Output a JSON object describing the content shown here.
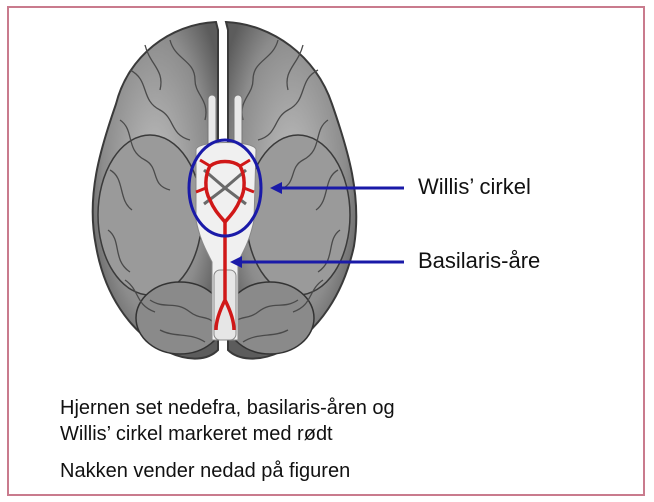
{
  "labels": {
    "willis": "Willis’ cirkel",
    "basilaris": "Basilaris-åre"
  },
  "caption": {
    "line1": "Hjernen set nedefra, basilaris-åren og",
    "line2": "Willis’ cirkel markeret med rødt",
    "line3": "Nakken vender nedad  på figuren"
  },
  "colors": {
    "frame": "#c97b8d",
    "pointer": "#1a1aa8",
    "artery": "#d01818"
  }
}
